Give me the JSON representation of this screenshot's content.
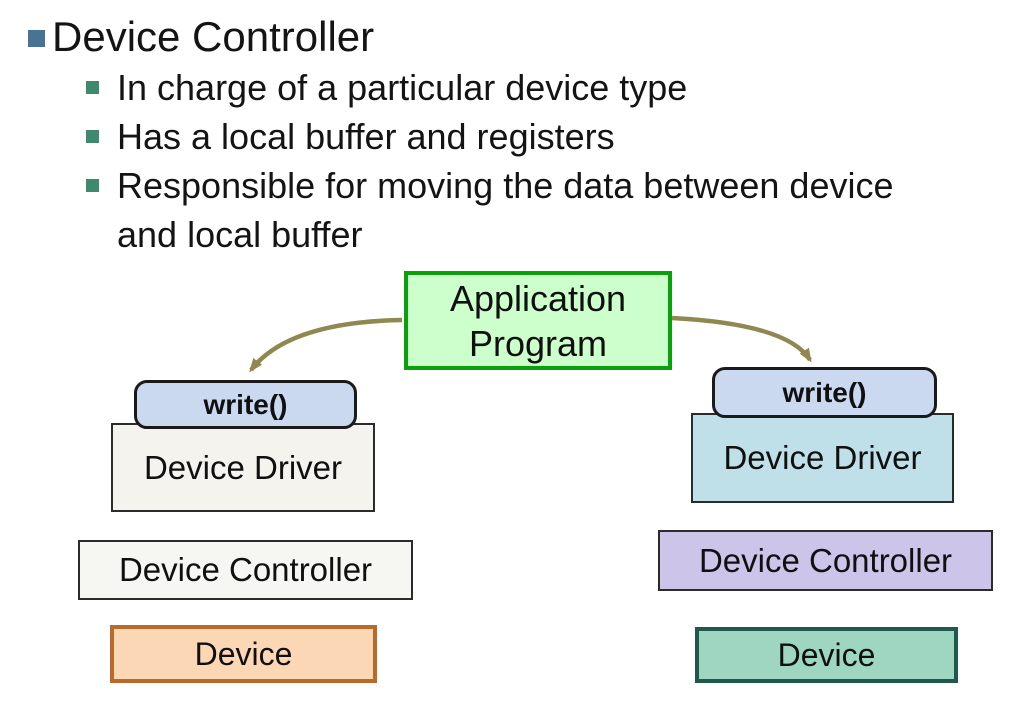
{
  "slide": {
    "title": "Device Controller",
    "bullets": [
      {
        "lines": [
          "In charge of a particular device type"
        ]
      },
      {
        "lines": [
          "Has a local buffer and registers"
        ]
      },
      {
        "lines": [
          "Responsible for moving the data between device",
          "and local buffer"
        ]
      }
    ]
  },
  "diagram": {
    "application_program": {
      "lines": [
        "Application",
        "Program"
      ]
    },
    "left_stack": {
      "write_label": "write()",
      "driver_label": "Device Driver",
      "controller_label": "Device Controller",
      "device_label": "Device"
    },
    "right_stack": {
      "write_label": "write()",
      "driver_label": "Device Driver",
      "controller_label": "Device Controller",
      "device_label": "Device"
    }
  },
  "colors": {
    "title_bullet": "#4a7294",
    "sub_bullet": "#3f8a6e",
    "app_fill": "#ccffcc",
    "app_border": "#0aa00a",
    "write_fill": "#cbd9f0",
    "write_border": "#1a1a1a",
    "left_driver_fill": "#f4f3ee",
    "left_controller_fill": "#f6f6f2",
    "left_device_fill": "#fcd7b5",
    "left_device_border": "#b96a28",
    "right_driver_fill": "#bfe0e8",
    "right_controller_fill": "#cdc4ea",
    "right_device_fill": "#9fd6c2",
    "right_device_border": "#20584c",
    "arrow": "#8f8850",
    "text": "#141414"
  }
}
